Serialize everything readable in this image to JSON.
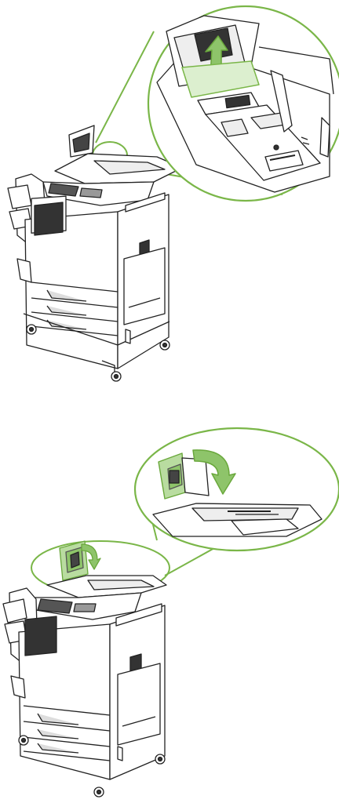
{
  "figures": [
    {
      "id": "step-remove-jam",
      "description_visible_text": "",
      "accent_green": "#7ab648",
      "paper_color": "#dcefcf",
      "arrow_direction": "up",
      "callout_shape": "circle-top-right"
    },
    {
      "id": "step-close-cover",
      "description_visible_text": "",
      "accent_green": "#7ab648",
      "arrow_direction": "down-curved",
      "callout_shape": "ellipse-top-right"
    }
  ],
  "colors": {
    "line": "#222222",
    "body_fill": "#ffffff",
    "shade": "#e8e8e8",
    "dark": "#333333",
    "green_light": "#b9dca0",
    "green_mid": "#8ec46a",
    "green_stroke": "#6aa83c"
  }
}
